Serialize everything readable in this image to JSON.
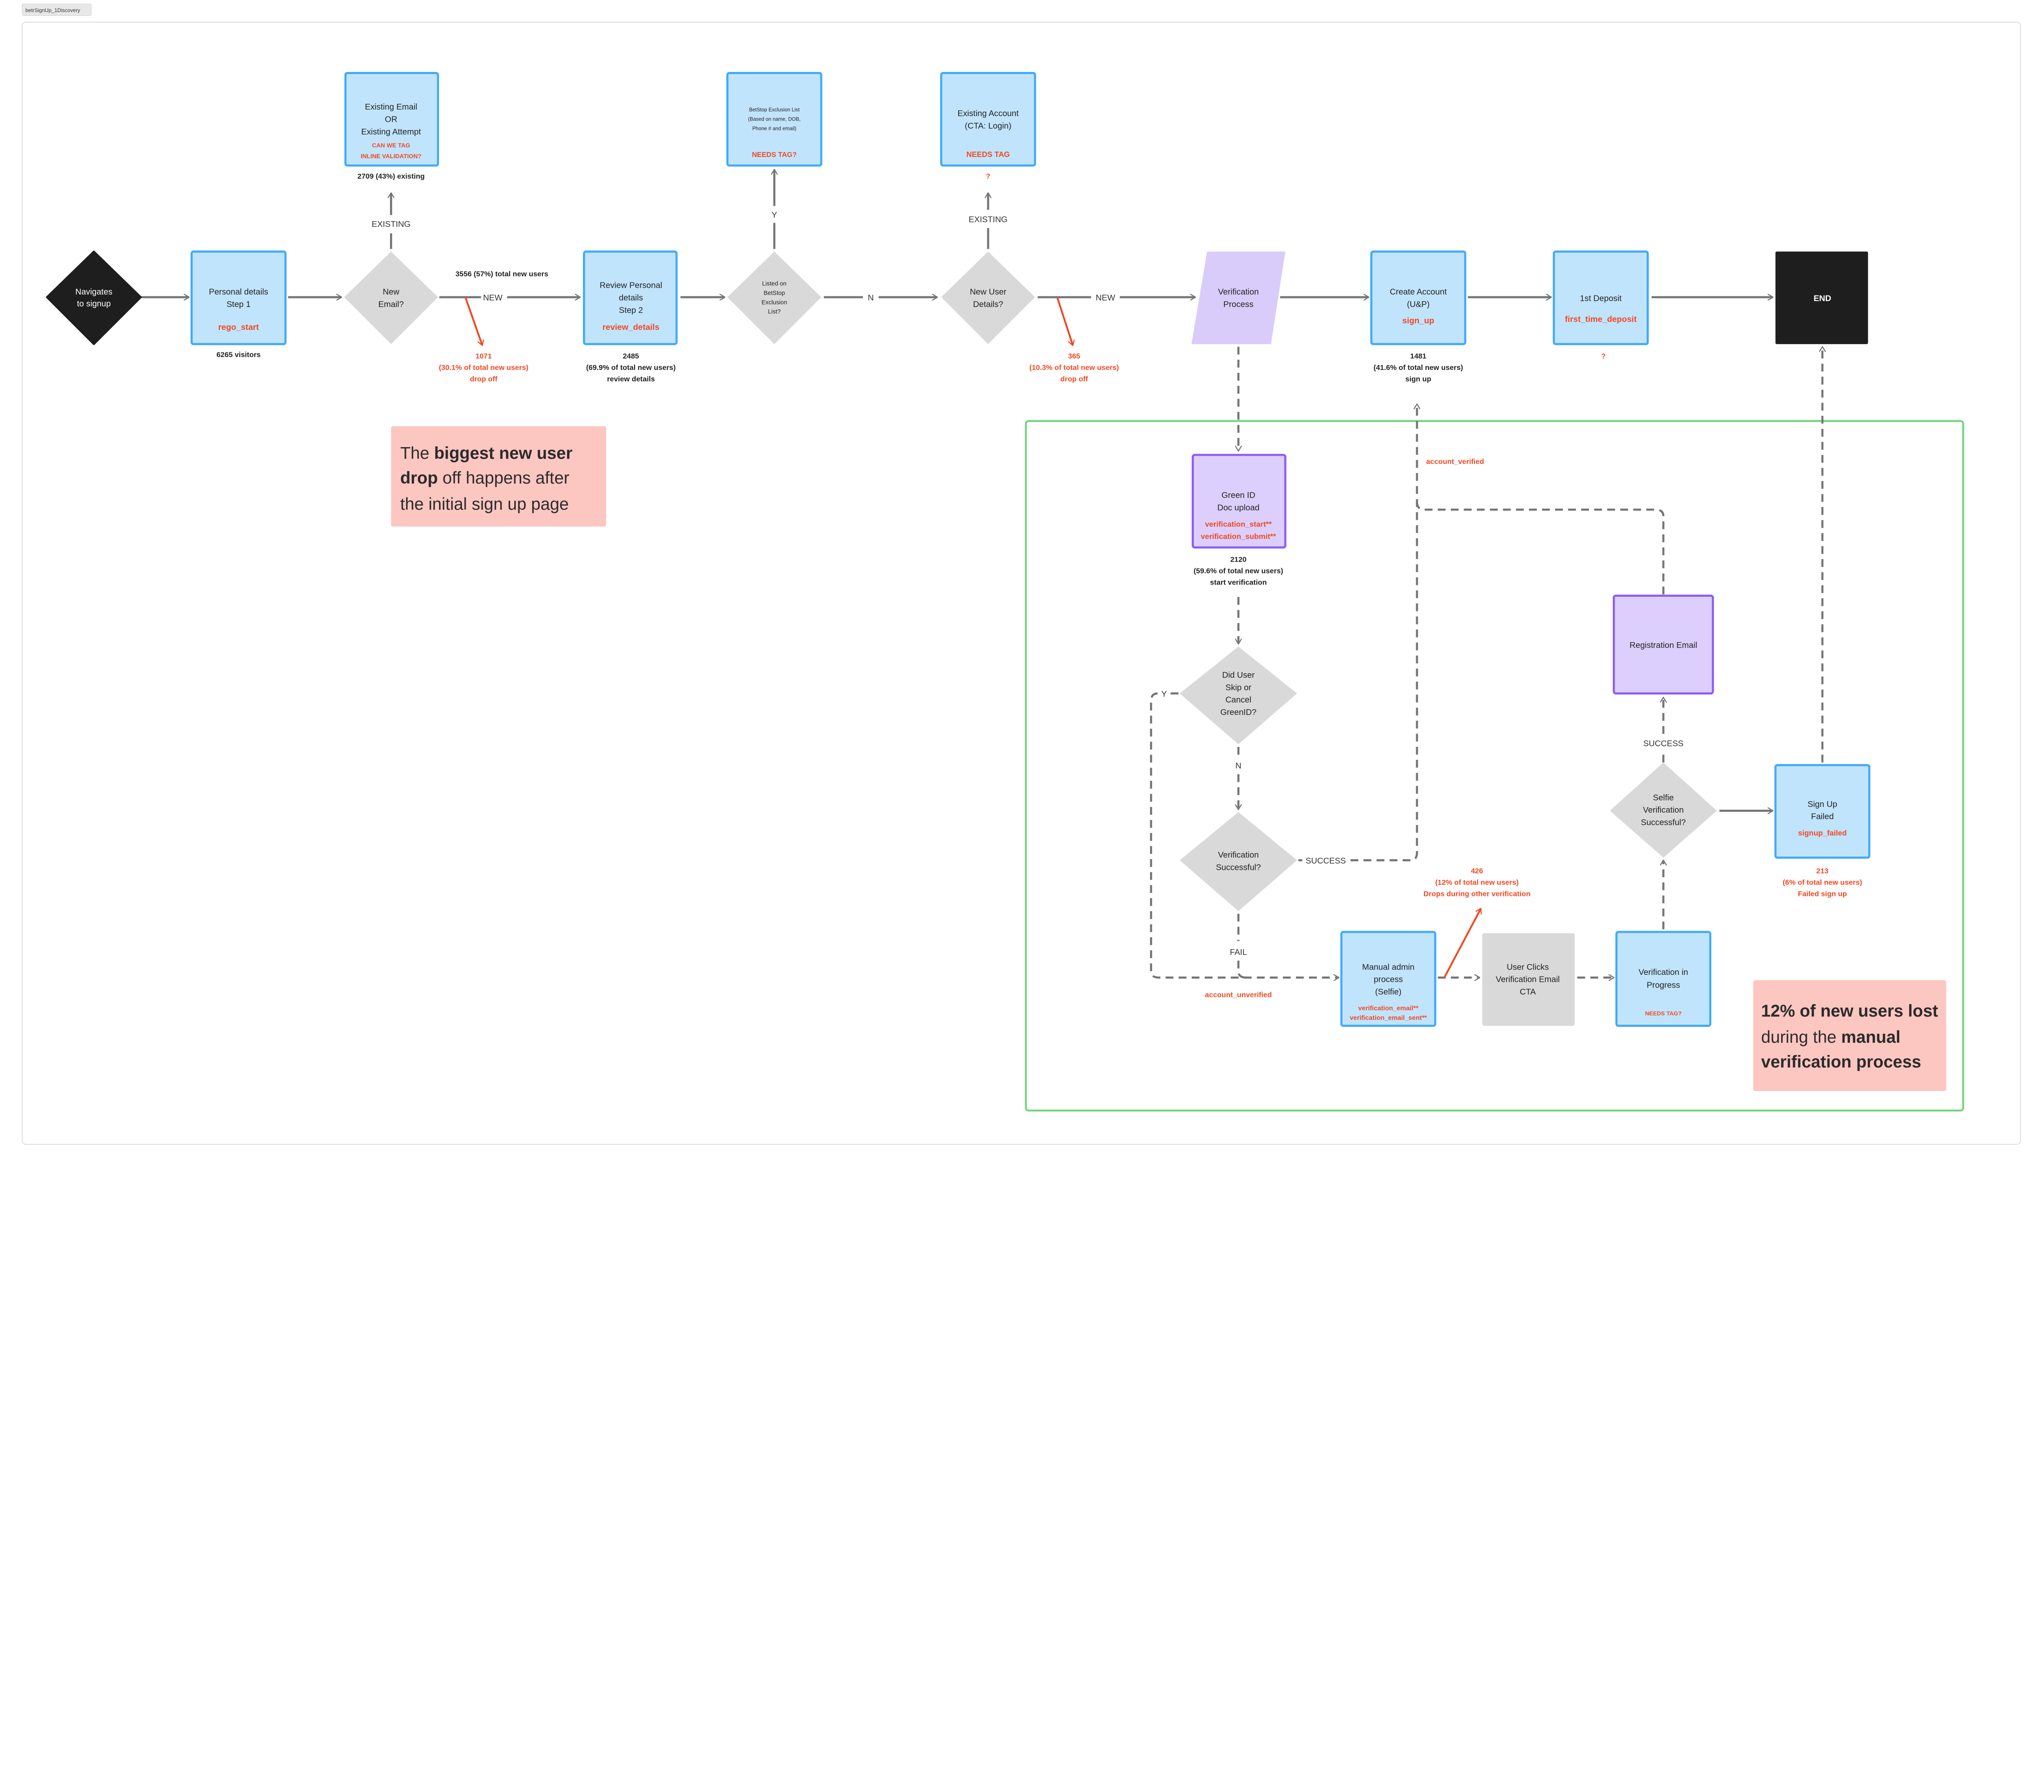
{
  "frame_label": "betrSignUp_1Discovery",
  "colors": {
    "process_fill": "#c1e4fd",
    "process_stroke": "#3faafc",
    "decision_fill": "#d9d9d9",
    "verification_fill": "#dccffd",
    "verification_stroke": "#8a5cf6",
    "event_tag": "#f24822",
    "connector": "#757575",
    "verification_group": "#6bd67a",
    "callout_fill": "#fcc6c1",
    "terminal": "#1e1e1e"
  },
  "nodes": {
    "navigate": {
      "lines": [
        "Navigates",
        "to signup"
      ]
    },
    "personal": {
      "lines": [
        "Personal details",
        "Step 1"
      ],
      "tag": "rego_start",
      "stat": "6265 visitors"
    },
    "new_email": {
      "lines": [
        "New",
        "Email?"
      ]
    },
    "existing_email": {
      "lines": [
        "Existing Email",
        "OR",
        "Existing Attempt"
      ],
      "tags": [
        "CAN WE TAG",
        "INLINE VALIDATION?"
      ],
      "stat": "2709 (43%) existing"
    },
    "review": {
      "lines": [
        "Review Personal",
        "details",
        "Step 2"
      ],
      "tag": "review_details",
      "stat": [
        "2485",
        "(69.9% of total new users)",
        "review details"
      ]
    },
    "betstop_decision": {
      "lines": [
        "Listed on",
        "BetStop",
        "Exclusion",
        "List?"
      ]
    },
    "betstop_list": {
      "lines": [
        "BetStop Exclusion List",
        "(Based on name, DOB,",
        "Phone # and email)"
      ],
      "tag": "NEEDS TAG?"
    },
    "new_user": {
      "lines": [
        "New User",
        "Details?"
      ]
    },
    "existing_account": {
      "lines": [
        "Existing Account",
        "(CTA: Login)"
      ],
      "tag": "NEEDS TAG",
      "stat": "?"
    },
    "verification_process": {
      "lines": [
        "Verification",
        "Process"
      ]
    },
    "create_account": {
      "lines": [
        "Create Account",
        "(U&P)"
      ],
      "tag": "sign_up",
      "stat": [
        "1481",
        "(41.6% of total new users)",
        "sign up"
      ]
    },
    "first_deposit": {
      "lines": [
        "1st Deposit"
      ],
      "tag": "first_time_deposit",
      "stat": "?"
    },
    "end": {
      "lines": [
        "END"
      ]
    },
    "green_id": {
      "lines": [
        "Green ID",
        "Doc upload"
      ],
      "tags": [
        "verification_start**",
        "verification_submit**"
      ],
      "stat": [
        "2120",
        "(59.6% of total new users)",
        "start verification"
      ]
    },
    "skip_decision": {
      "lines": [
        "Did User",
        "Skip or",
        "Cancel",
        "GreenID?"
      ]
    },
    "verif_success": {
      "lines": [
        "Verification",
        "Successful?"
      ]
    },
    "manual_admin": {
      "lines": [
        "Manual admin",
        "process",
        "(Selfie)"
      ],
      "tags": [
        "verification_email**",
        "verification_email_sent**"
      ]
    },
    "user_clicks": {
      "lines": [
        "User Clicks",
        "Verification Email",
        "CTA"
      ]
    },
    "verif_progress": {
      "lines": [
        "Verification in",
        "Progress"
      ],
      "tag": "NEEDS TAG?"
    },
    "selfie_decision": {
      "lines": [
        "Selfie",
        "Verification",
        "Successful?"
      ]
    },
    "registration_email": {
      "lines": [
        "Registration Email"
      ]
    },
    "signup_failed": {
      "lines": [
        "Sign Up",
        "Failed"
      ],
      "tag": "signup_failed",
      "stat": [
        "213",
        "(6% of total new users)",
        "Failed sign up"
      ]
    }
  },
  "edges": {
    "existing_1": "EXISTING",
    "new_1": "NEW",
    "new_users_total": "3556 (57%) total new users",
    "yes_betstop": "Y",
    "no_betstop": "N",
    "existing_2": "EXISTING",
    "new_2": "NEW",
    "yes_skip": "Y",
    "no_skip": "N",
    "success_green": "SUCCESS",
    "fail_green": "FAIL",
    "success_selfie": "SUCCESS",
    "account_verified": "account_verified",
    "account_unverified": "account_unverified"
  },
  "dropoffs": {
    "after_email": [
      "1071",
      "(30.1% of total new users)",
      "drop off"
    ],
    "after_new_user": [
      "365",
      "(10.3% of total new users)",
      "drop off"
    ],
    "during_verification": [
      "426",
      "(12% of total new users)",
      "Drops during other verification"
    ]
  },
  "callouts": {
    "biggest_dropoff": [
      [
        {
          "text": "The ",
          "bold": false
        },
        {
          "text": "biggest new user",
          "bold": true
        }
      ],
      [
        {
          "text": "drop",
          "bold": true
        },
        {
          "text": " off happens after",
          "bold": false
        }
      ],
      [
        {
          "text": "the initial sign up page",
          "bold": false
        }
      ]
    ],
    "manual_verification": [
      [
        {
          "text": "12% of new users lost",
          "bold": true
        }
      ],
      [
        {
          "text": "during the ",
          "bold": false
        },
        {
          "text": "manual",
          "bold": true
        }
      ],
      [
        {
          "text": "verification process",
          "bold": true
        }
      ]
    ]
  }
}
